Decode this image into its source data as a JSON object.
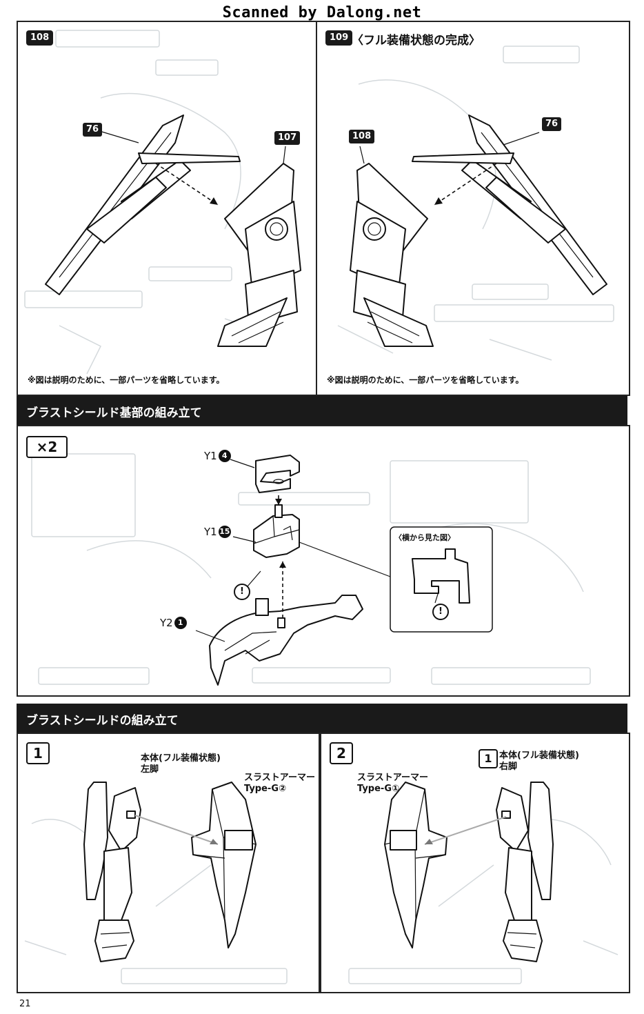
{
  "watermark": "Scanned by Dalong.net",
  "steps": {
    "s108": {
      "badge": "108",
      "callouts": [
        "76",
        "107"
      ],
      "note": "※図は説明のために、一部パーツを省略しています。"
    },
    "s109": {
      "badge": "109",
      "title": "〈フル装備状態の完成〉",
      "callouts": [
        "108",
        "76"
      ],
      "note": "※図は説明のために、一部パーツを省略しています。"
    }
  },
  "section1": {
    "title": "ブラストシールド基部の組み立て",
    "multiplier": "×2",
    "parts": [
      {
        "prefix": "Y1",
        "num": "4"
      },
      {
        "prefix": "Y1",
        "num": "15"
      },
      {
        "prefix": "Y2",
        "num": "1"
      }
    ],
    "warning_icon": "!",
    "side_view_label": "〈横から見た図〉"
  },
  "section2": {
    "title": "ブラストシールドの組み立て",
    "step1": {
      "number": "1",
      "body_label": [
        "本体(フル装備状態)",
        "左脚"
      ],
      "armor_label": [
        "スラストアーマー",
        "Type-G②"
      ]
    },
    "step2": {
      "number": "2",
      "ref_number": "1",
      "body_label": [
        "本体(フル装備状態)",
        "右脚"
      ],
      "armor_label": [
        "スラストアーマー",
        "Type-G①"
      ]
    }
  },
  "page_number": "21"
}
